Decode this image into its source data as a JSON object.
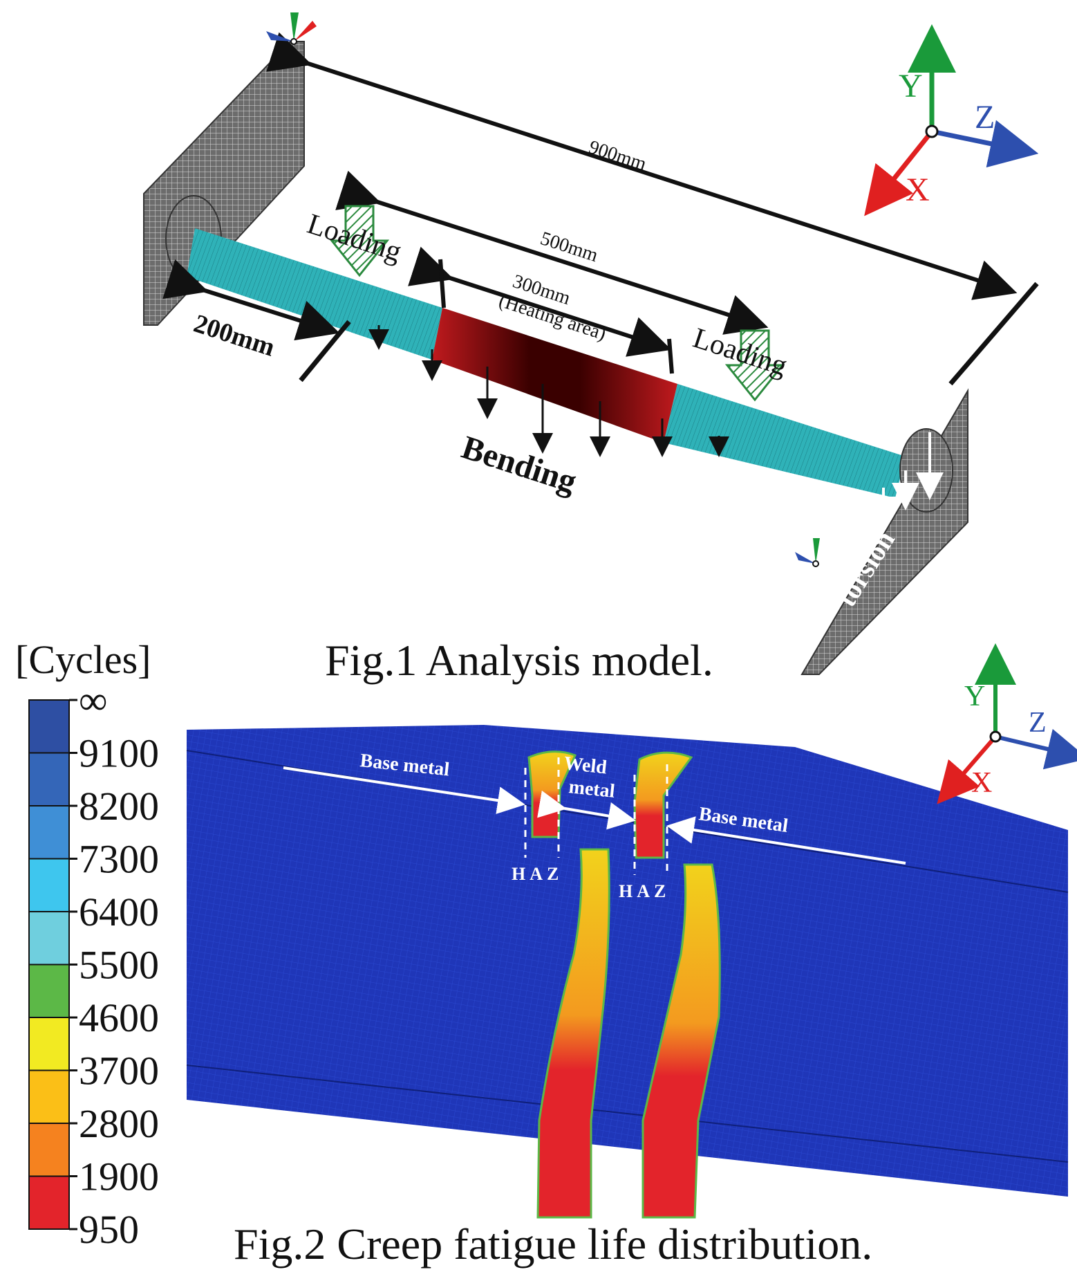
{
  "figure1": {
    "caption": "Fig.1 Analysis model.",
    "dimensions": {
      "overall": "900mm",
      "loading_span": "500mm",
      "heating": "300mm",
      "heating_note": "(Heating area)",
      "support_offset": "200mm"
    },
    "labels": {
      "loading_left": "Loading",
      "loading_right": "Loading",
      "bending": "Bending",
      "torsion": "torsion"
    },
    "axes": {
      "y": "Y",
      "z": "Z",
      "x": "X"
    }
  },
  "figure2": {
    "caption": "Fig.2 Creep fatigue life distribution.",
    "labels": {
      "base_metal_left": "Base metal",
      "weld_metal_line1": "Weld",
      "weld_metal_line2": "metal",
      "base_metal_right": "Base metal",
      "haz_left": "HAZ",
      "haz_right": "HAZ"
    },
    "axes": {
      "y": "Y",
      "z": "Z",
      "x": "X"
    }
  },
  "legend": {
    "title": "[Cycles]",
    "ticks": [
      "∞",
      "9100",
      "8200",
      "7300",
      "6400",
      "5500",
      "4600",
      "3700",
      "2800",
      "1900",
      "950"
    ],
    "colors": [
      "#2e4fa3",
      "#3466b8",
      "#3f8fd6",
      "#3ec6ee",
      "#6fcfde",
      "#5cb847",
      "#f2ea22",
      "#fbbf17",
      "#f5821f",
      "#e3242b"
    ]
  },
  "colors": {
    "shaft": "#2aa8b0",
    "heated": "#b3121a",
    "mesh_plate": "#555555",
    "axis_y": "#1a9a3a",
    "axis_z": "#2d4fae",
    "axis_x": "#e02020",
    "pipe_blue": "#1f36b8"
  }
}
